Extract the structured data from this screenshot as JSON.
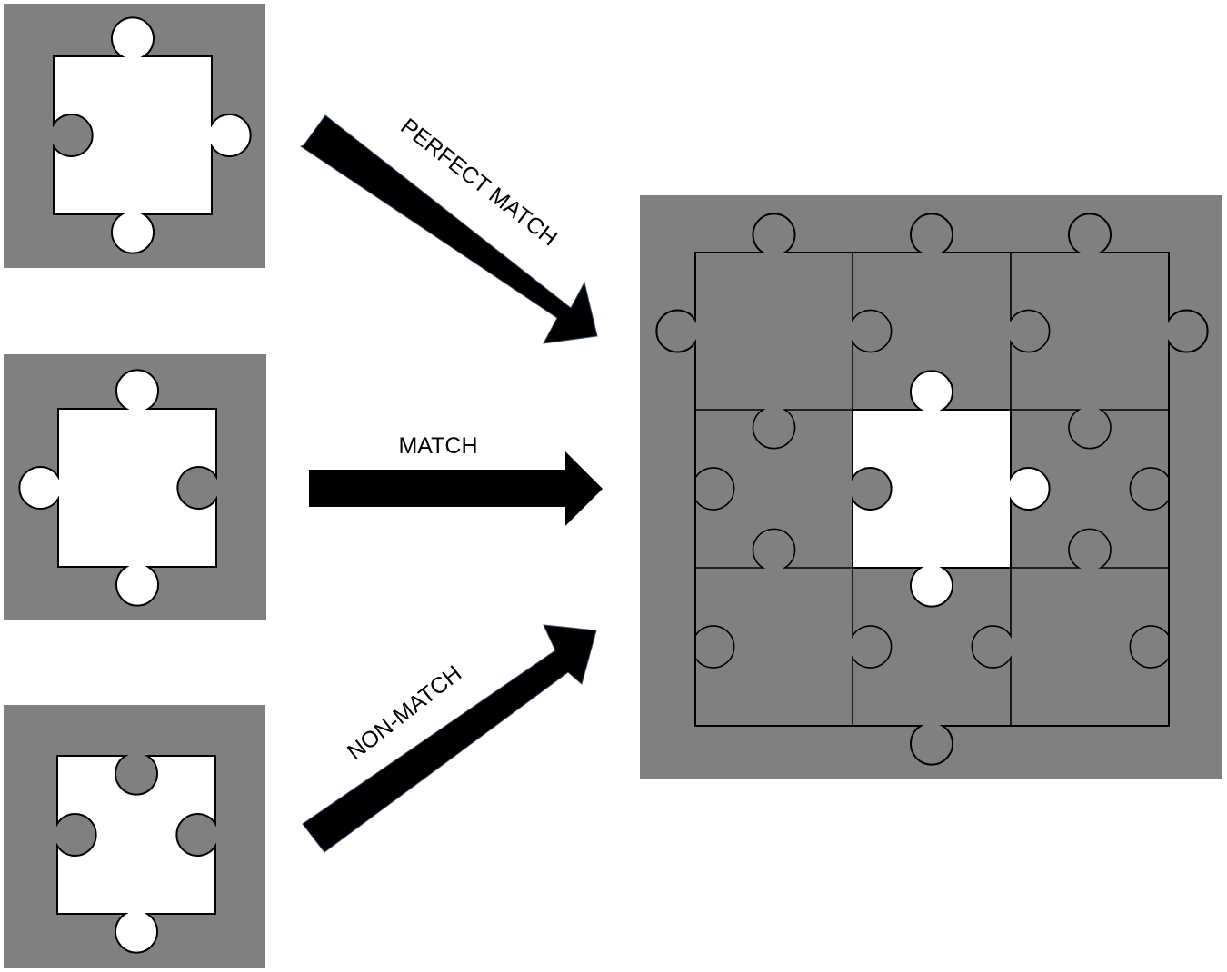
{
  "colors": {
    "background": "#ffffff",
    "panel": "#808080",
    "piece_fill": "#ffffff",
    "outline": "#000000",
    "arrow": "#000000"
  },
  "arrows": [
    {
      "label": "PERFECT MATCH"
    },
    {
      "label": "MATCH"
    },
    {
      "label": "NON-MATCH"
    }
  ],
  "candidates": [
    {
      "edges": [
        "tab",
        "tab",
        "tab",
        "blank"
      ]
    },
    {
      "edges": [
        "tab",
        "blank",
        "tab",
        "tab"
      ]
    },
    {
      "edges": [
        "blank",
        "blank",
        "tab",
        "blank"
      ]
    }
  ],
  "puzzle": {
    "rows": 3,
    "cols": 3,
    "missing_piece": {
      "row": 1,
      "col": 1,
      "edges": [
        "tab",
        "tab",
        "tab",
        "blank"
      ]
    }
  }
}
